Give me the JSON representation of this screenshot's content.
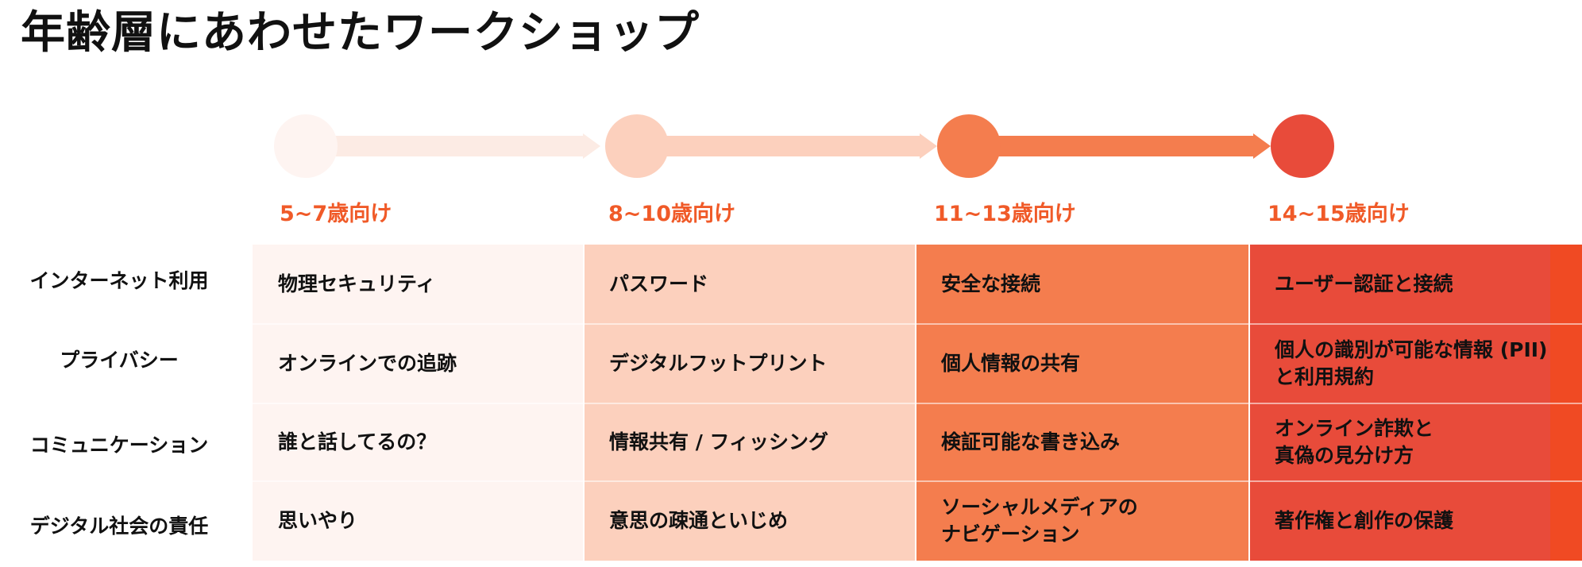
{
  "title": "年齢層にあわせたワークショップ",
  "colors": {
    "age_text": "#f05a28",
    "stage_fills": [
      "#fef4f1",
      "#fcd0bd",
      "#f47d4e",
      "#e84b3a"
    ],
    "arrow_fills": [
      "#fcebe4",
      "#fcd0bd",
      "#f47d4e"
    ]
  },
  "age_groups": [
    "5~7歳向け",
    "8~10歳向け",
    "11~13歳向け",
    "14~15歳向け"
  ],
  "row_labels": [
    "インターネット利用",
    "プライバシー",
    "コミュニケーション",
    "デジタル社会の責任"
  ],
  "grid": [
    [
      "物理セキュリティ",
      "パスワード",
      "安全な接続",
      "ユーザー認証と接続"
    ],
    [
      "オンラインでの追跡",
      "デジタルフットプリント",
      "個人情報の共有",
      "個人の識別が可能な情報 (PII)\nと利用規約"
    ],
    [
      "誰と話してるの？",
      "情報共有 / フィッシング",
      "検証可能な書き込み",
      "オンライン詐欺と\n真偽の見分け方"
    ],
    [
      "思いやり",
      "意思の疎通といじめ",
      "ソーシャルメディアの\nナビゲーション",
      "著作権と創作の保護"
    ]
  ]
}
